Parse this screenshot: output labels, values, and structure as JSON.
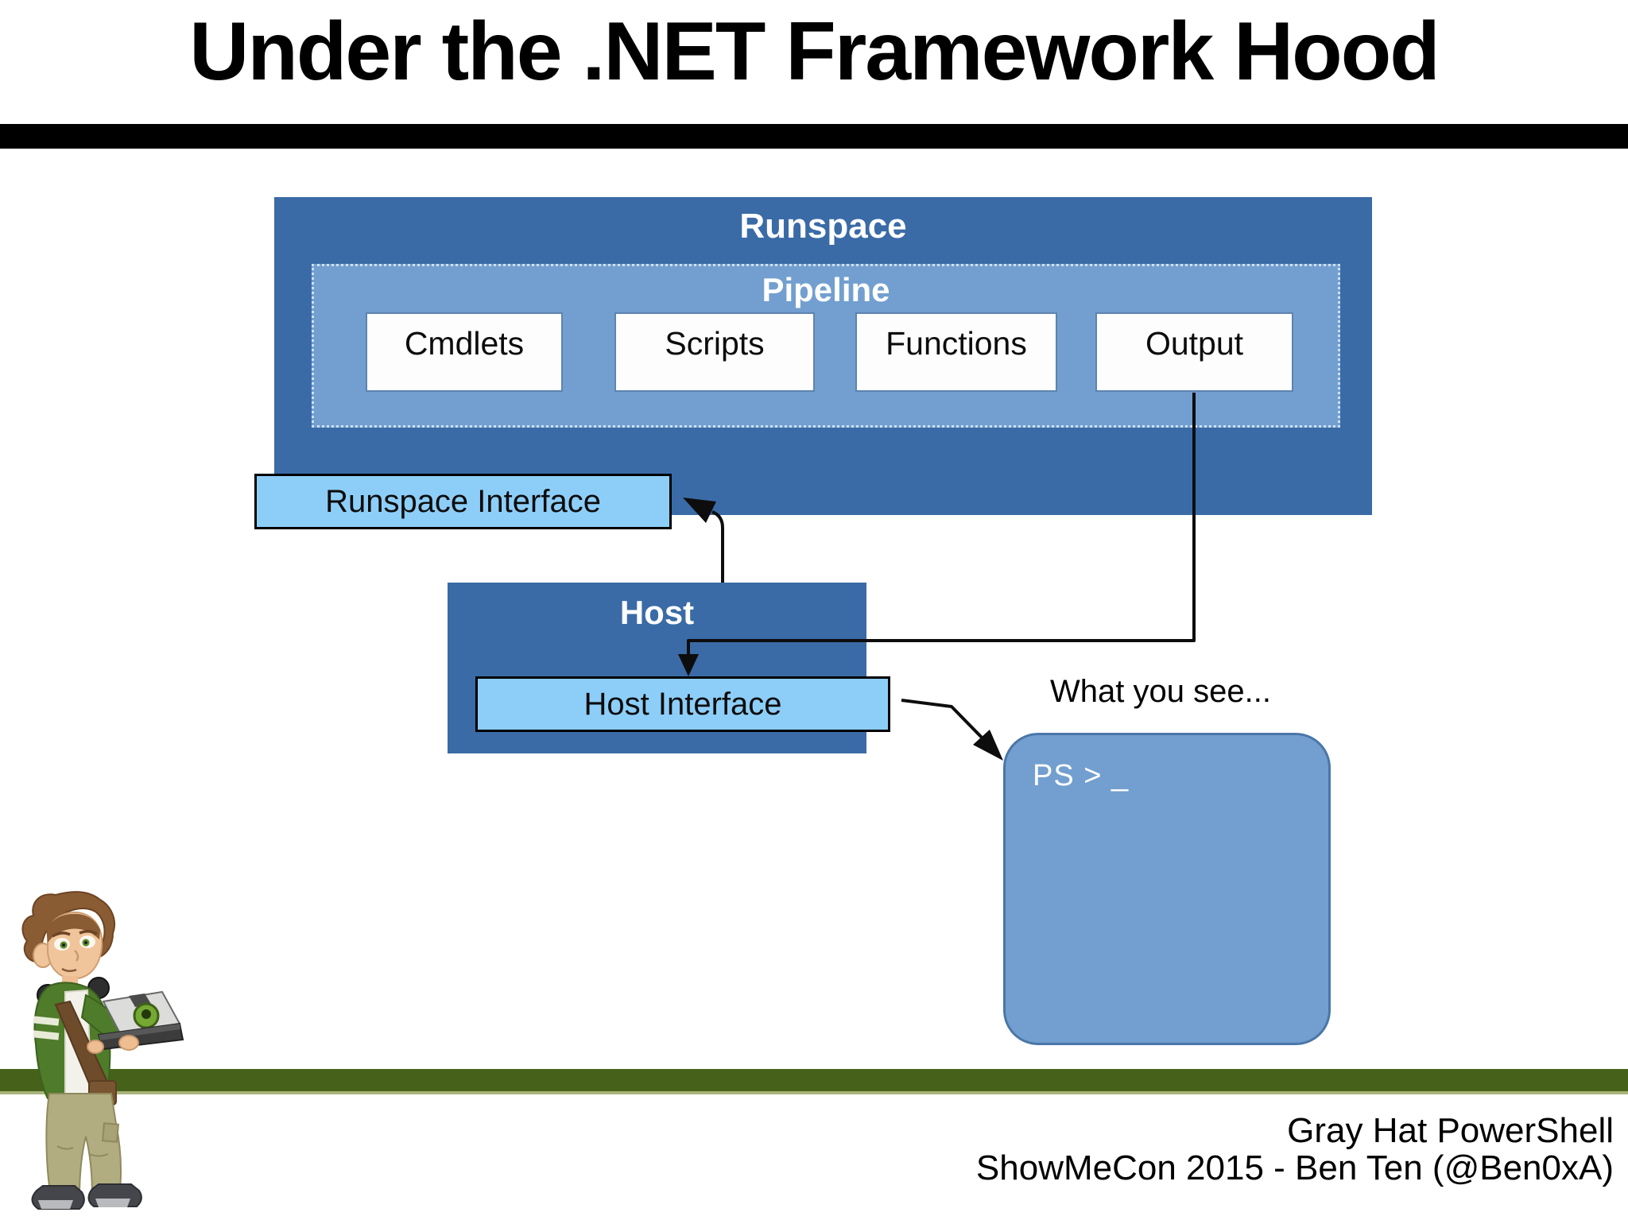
{
  "slide": {
    "title": "Under the .NET Framework Hood",
    "footer_line1": "Gray Hat PowerShell",
    "footer_line2": "ShowMeCon 2015 - Ben Ten (@Ben0xA)"
  },
  "diagram": {
    "runspace_label": "Runspace",
    "pipeline_label": "Pipeline",
    "pipeline_items": [
      {
        "label": "Cmdlets"
      },
      {
        "label": "Scripts"
      },
      {
        "label": "Functions"
      },
      {
        "label": "Output"
      }
    ],
    "runspace_interface_label": "Runspace Interface",
    "host_label": "Host",
    "host_interface_label": "Host Interface",
    "what_you_see_caption": "What you see...",
    "terminal_prompt": "PS > _"
  },
  "colors": {
    "container_blue": "#3a6ba6",
    "pipeline_blue": "#729fcf",
    "interface_blue": "#8dcef8",
    "terminal_blue": "#729fcf",
    "terminal_border": "#4a76a8",
    "divider_black": "#000000",
    "footer_bar_green": "#46621a"
  },
  "mascot": {
    "description": "Cartoon boy with headphones holding a laptop"
  }
}
